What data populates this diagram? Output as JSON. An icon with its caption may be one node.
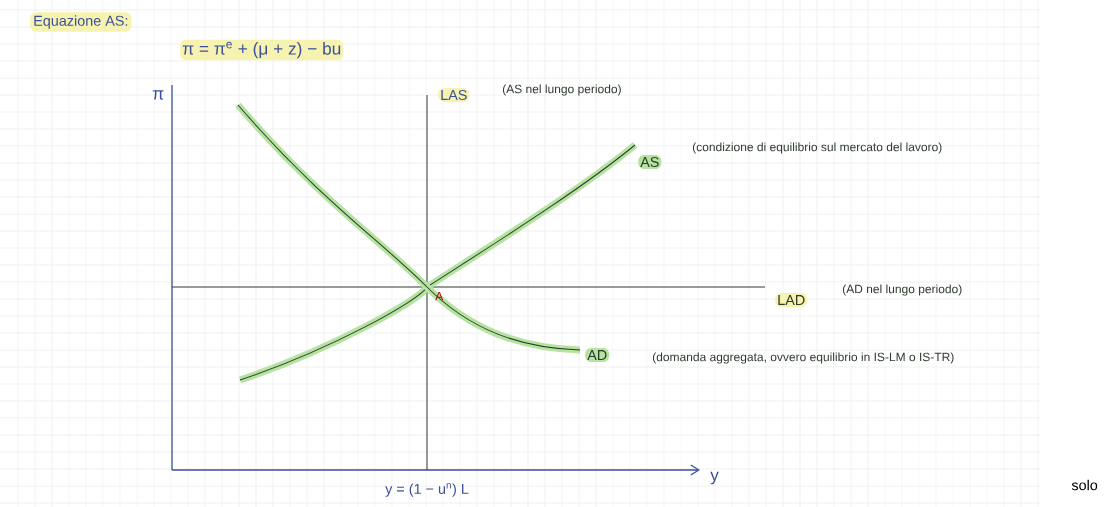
{
  "diagram": {
    "title": "Equazione AS:",
    "labels": [
      "π = π$^{e}$ + (μ + z) − bu",
      "π",
      "LAS",
      "(AS nel lungo periodo)",
      "AS",
      "(condizione di equilibrio sul mercato del lavoro)",
      "LAD",
      "(AD nel lungo periodo)",
      "A",
      "AD",
      "(domanda aggregata, ovvero equilibrio in IS-LM o IS-TR)",
      "y",
      "y = (1 − u$^{n}$) L",
      "solo"
    ]
  }
}
